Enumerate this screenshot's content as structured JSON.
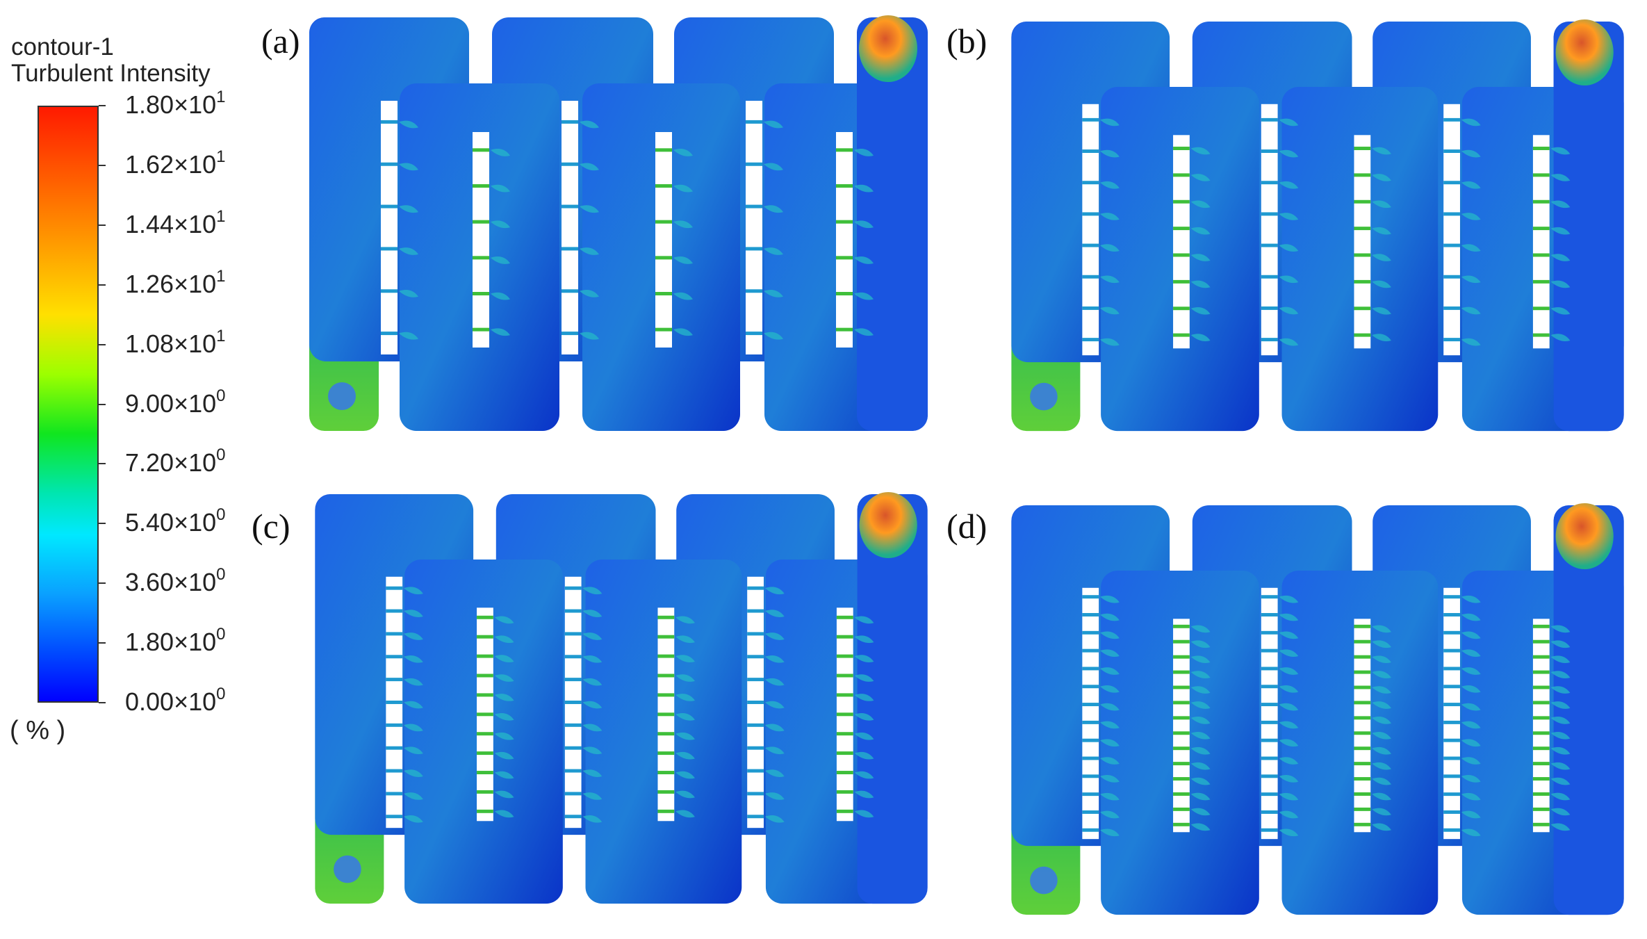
{
  "legend": {
    "title_line1": "contour-1",
    "title_line2": "Turbulent Intensity",
    "unit": "( % )",
    "ticks": [
      {
        "mant": "1.80",
        "exp": "1"
      },
      {
        "mant": "1.62",
        "exp": "1"
      },
      {
        "mant": "1.44",
        "exp": "1"
      },
      {
        "mant": "1.26",
        "exp": "1"
      },
      {
        "mant": "1.08",
        "exp": "1"
      },
      {
        "mant": "9.00",
        "exp": "0"
      },
      {
        "mant": "7.20",
        "exp": "0"
      },
      {
        "mant": "5.40",
        "exp": "0"
      },
      {
        "mant": "3.60",
        "exp": "0"
      },
      {
        "mant": "1.80",
        "exp": "0"
      },
      {
        "mant": "0.00",
        "exp": "0"
      }
    ],
    "range": [
      0,
      18
    ]
  },
  "panels": [
    {
      "label": "(a)",
      "baffles": 6
    },
    {
      "label": "(b)",
      "baffles": 8
    },
    {
      "label": "(c)",
      "baffles": 11
    },
    {
      "label": "(d)",
      "baffles": 14
    }
  ],
  "colors": {
    "body": "#1a55e0",
    "body_dark": "#0a33c8",
    "wake": "#26b8c8",
    "inlet": "#3fc24a",
    "outlet": "#d8552a",
    "outlet_core": "#ff9a20",
    "baffle_line": "#3fbf3a"
  }
}
